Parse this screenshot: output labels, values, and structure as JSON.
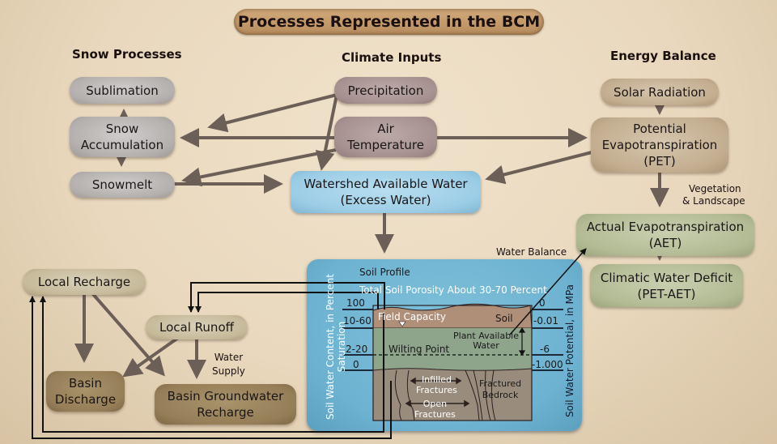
{
  "title": "Processes Represented in the BCM",
  "headings": {
    "snow": "Snow Processes",
    "climate": "Climate Inputs",
    "energy": "Energy Balance"
  },
  "nodes": {
    "sublimation": "Sublimation",
    "snow_accumulation_1": "Snow",
    "snow_accumulation_2": "Accumulation",
    "snowmelt": "Snowmelt",
    "precipitation": "Precipitation",
    "air_temperature_1": "Air",
    "air_temperature_2": "Temperature",
    "watershed_1": "Watershed Available Water",
    "watershed_2": "(Excess Water)",
    "solar_radiation": "Solar Radiation",
    "pet_1": "Potential",
    "pet_2": "Evapotranspiration",
    "pet_3": "(PET)",
    "aet_1": "Actual Evapotranspiration",
    "aet_2": "(AET)",
    "cwd_1": "Climatic Water Deficit",
    "cwd_2": "(PET-AET)",
    "local_recharge": "Local Recharge",
    "local_runoff": "Local Runoff",
    "basin_discharge_1": "Basin",
    "basin_discharge_2": "Discharge",
    "basin_gw_1": "Basin Groundwater",
    "basin_gw_2": "Recharge"
  },
  "labels": {
    "vegetation_1": "Vegetation",
    "vegetation_2": "& Landscape",
    "water_balance": "Water Balance",
    "water_supply_1": "Water",
    "water_supply_2": "Supply"
  },
  "soil_profile": {
    "title": "Soil Profile",
    "porosity": "Total Soil Porosity About 30-70 Percent",
    "left_axis_1": "Soil Water Content, in Percent",
    "left_axis_2": "Saturation",
    "right_axis": "Soil Water Potential, in MPa",
    "left_values": [
      "100",
      "10-60",
      "2-20",
      "0"
    ],
    "right_values": [
      "0",
      "-0.01",
      "-6",
      "-1.000"
    ],
    "field_capacity": "Field Capacity",
    "soil": "Soil",
    "plant_available_1": "Plant Available",
    "plant_available_2": "Water",
    "wilting_point": "Wilting Point",
    "infilled_1": "Infilled",
    "infilled_2": "Fractures",
    "open_1": "Open",
    "open_2": "Fractures",
    "bedrock_1": "Fractured",
    "bedrock_2": "Bedrock"
  },
  "colors": {
    "arrow": "#6b5f57",
    "black_line": "#111111",
    "soil_layer": "#b08f78",
    "water_layer": "#8ea58c",
    "bedrock": "#9a8c7c"
  }
}
